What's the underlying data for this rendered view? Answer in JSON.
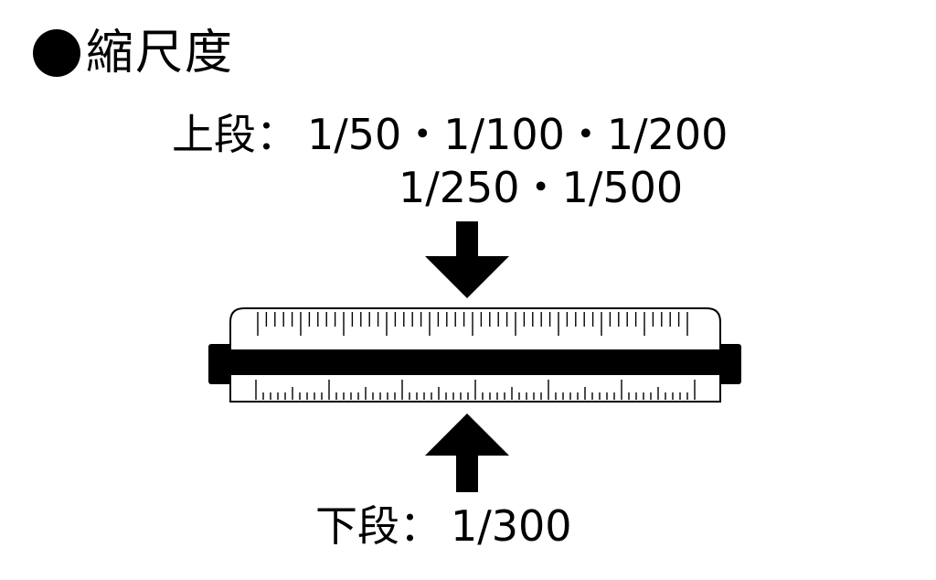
{
  "title": {
    "bullet_icon": "filled-circle-icon",
    "text": "縮尺度"
  },
  "upper": {
    "prefix": "上段：",
    "line1": "1/50・1/100・1/200",
    "line2": "1/250・1/500",
    "arrow_icon": "arrow-down-icon"
  },
  "lower": {
    "prefix": "下段：",
    "line1": "1/300",
    "arrow_icon": "arrow-up-icon"
  },
  "ruler_icon": "scale-ruler-icon",
  "colors": {
    "ink": "#000000",
    "paper": "#ffffff"
  }
}
